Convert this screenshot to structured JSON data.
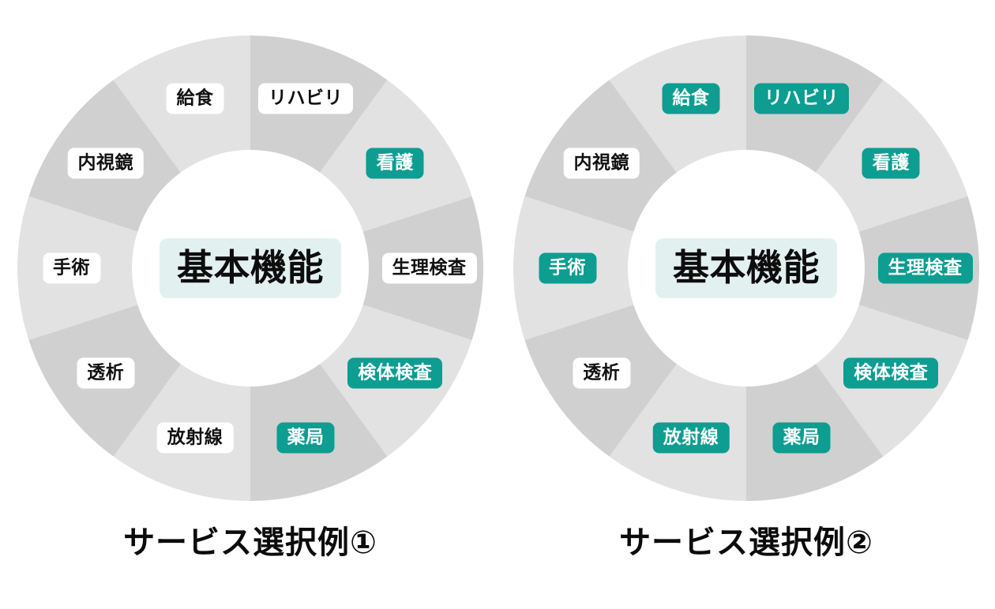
{
  "page": {
    "background": "#ffffff",
    "accent_teal": "#0d9d91",
    "center_bg": "#e2f0f0",
    "ring_light": "#e2e2e2",
    "ring_dark": "#d0d0d0",
    "chip_off_bg": "#ffffff",
    "chip_off_text": "#111111",
    "chip_on_text": "#ffffff"
  },
  "diagrams": [
    {
      "caption": "サービス選択例①",
      "center_label": "基本機能",
      "segments": [
        {
          "label": "リハビリ",
          "selected": false,
          "ring": "dark"
        },
        {
          "label": "看護",
          "selected": true,
          "ring": "light"
        },
        {
          "label": "生理検査",
          "selected": false,
          "ring": "dark"
        },
        {
          "label": "検体検査",
          "selected": true,
          "ring": "light"
        },
        {
          "label": "薬局",
          "selected": true,
          "ring": "dark"
        },
        {
          "label": "放射線",
          "selected": false,
          "ring": "light"
        },
        {
          "label": "透析",
          "selected": false,
          "ring": "dark"
        },
        {
          "label": "手術",
          "selected": false,
          "ring": "light"
        },
        {
          "label": "内視鏡",
          "selected": false,
          "ring": "dark"
        },
        {
          "label": "給食",
          "selected": false,
          "ring": "light"
        }
      ]
    },
    {
      "caption": "サービス選択例②",
      "center_label": "基本機能",
      "segments": [
        {
          "label": "リハビリ",
          "selected": true,
          "ring": "dark"
        },
        {
          "label": "看護",
          "selected": true,
          "ring": "light"
        },
        {
          "label": "生理検査",
          "selected": true,
          "ring": "dark"
        },
        {
          "label": "検体検査",
          "selected": true,
          "ring": "light"
        },
        {
          "label": "薬局",
          "selected": true,
          "ring": "dark"
        },
        {
          "label": "放射線",
          "selected": true,
          "ring": "light"
        },
        {
          "label": "透析",
          "selected": false,
          "ring": "dark"
        },
        {
          "label": "手術",
          "selected": true,
          "ring": "light"
        },
        {
          "label": "内視鏡",
          "selected": false,
          "ring": "dark"
        },
        {
          "label": "給食",
          "selected": true,
          "ring": "light"
        }
      ]
    }
  ],
  "geometry": {
    "outer_radius": 295,
    "inner_radius": 150,
    "segment_count": 10,
    "start_angle_deg": -90
  }
}
